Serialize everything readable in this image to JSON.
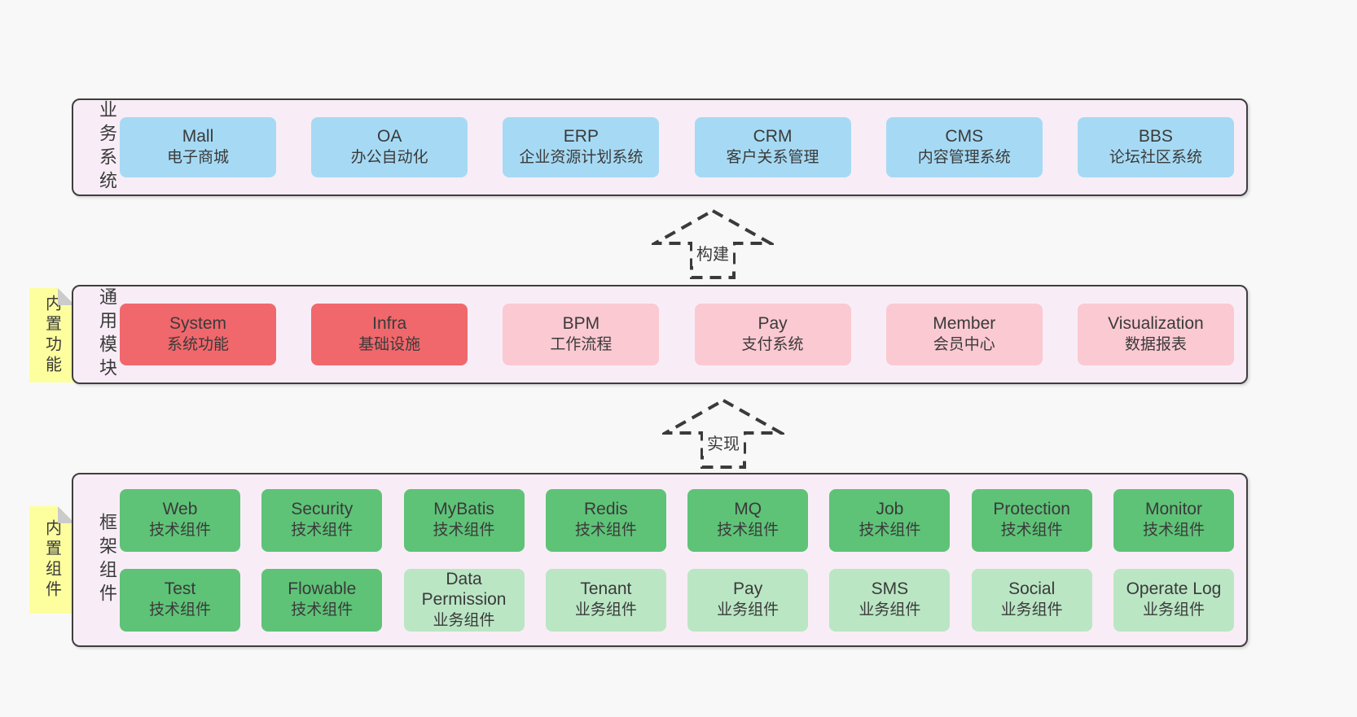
{
  "colors": {
    "page_bg": "#f8f8f8",
    "layer_bg": "#f8edf6",
    "layer_border": "#3e3e3e",
    "blue_box": "#a6daf4",
    "red_box": "#f0686c",
    "pink_box": "#fbc9d2",
    "green_box": "#5ec377",
    "green_light_box": "#bae6c4",
    "sticky_bg": "#fdff9f",
    "sticky_fold": "#cbcbcb",
    "text": "#3a3a3a"
  },
  "arrows": {
    "build": {
      "label": "构建"
    },
    "implement": {
      "label": "实现"
    }
  },
  "stickies": {
    "features": {
      "label": "内置功能"
    },
    "components": {
      "label": "内置组件"
    }
  },
  "layers": {
    "business": {
      "label": "业务系统",
      "rows": [
        [
          {
            "en": "Mall",
            "zh": "电子商城",
            "type": "blue"
          },
          {
            "en": "OA",
            "zh": "办公自动化",
            "type": "blue"
          },
          {
            "en": "ERP",
            "zh": "企业资源计划系统",
            "type": "blue"
          },
          {
            "en": "CRM",
            "zh": "客户关系管理",
            "type": "blue"
          },
          {
            "en": "CMS",
            "zh": "内容管理系统",
            "type": "blue"
          },
          {
            "en": "BBS",
            "zh": "论坛社区系统",
            "type": "blue"
          }
        ]
      ]
    },
    "modules": {
      "label": "通用模块",
      "rows": [
        [
          {
            "en": "System",
            "zh": "系统功能",
            "type": "red"
          },
          {
            "en": "Infra",
            "zh": "基础设施",
            "type": "red"
          },
          {
            "en": "BPM",
            "zh": "工作流程",
            "type": "pink"
          },
          {
            "en": "Pay",
            "zh": "支付系统",
            "type": "pink"
          },
          {
            "en": "Member",
            "zh": "会员中心",
            "type": "pink"
          },
          {
            "en": "Visualization",
            "zh": "数据报表",
            "type": "pink"
          }
        ]
      ]
    },
    "components": {
      "label": "框架组件",
      "rows": [
        [
          {
            "en": "Web",
            "zh": "技术组件",
            "type": "green"
          },
          {
            "en": "Security",
            "zh": "技术组件",
            "type": "green"
          },
          {
            "en": "MyBatis",
            "zh": "技术组件",
            "type": "green"
          },
          {
            "en": "Redis",
            "zh": "技术组件",
            "type": "green"
          },
          {
            "en": "MQ",
            "zh": "技术组件",
            "type": "green"
          },
          {
            "en": "Job",
            "zh": "技术组件",
            "type": "green"
          },
          {
            "en": "Protection",
            "zh": "技术组件",
            "type": "green"
          },
          {
            "en": "Monitor",
            "zh": "技术组件",
            "type": "green"
          }
        ],
        [
          {
            "en": "Test",
            "zh": "技术组件",
            "type": "green"
          },
          {
            "en": "Flowable",
            "zh": "技术组件",
            "type": "green"
          },
          {
            "en": "Data Permission",
            "zh": "业务组件",
            "type": "green-light"
          },
          {
            "en": "Tenant",
            "zh": "业务组件",
            "type": "green-light"
          },
          {
            "en": "Pay",
            "zh": "业务组件",
            "type": "green-light"
          },
          {
            "en": "SMS",
            "zh": "业务组件",
            "type": "green-light"
          },
          {
            "en": "Social",
            "zh": "业务组件",
            "type": "green-light"
          },
          {
            "en": "Operate Log",
            "zh": "业务组件",
            "type": "green-light"
          }
        ]
      ]
    }
  }
}
